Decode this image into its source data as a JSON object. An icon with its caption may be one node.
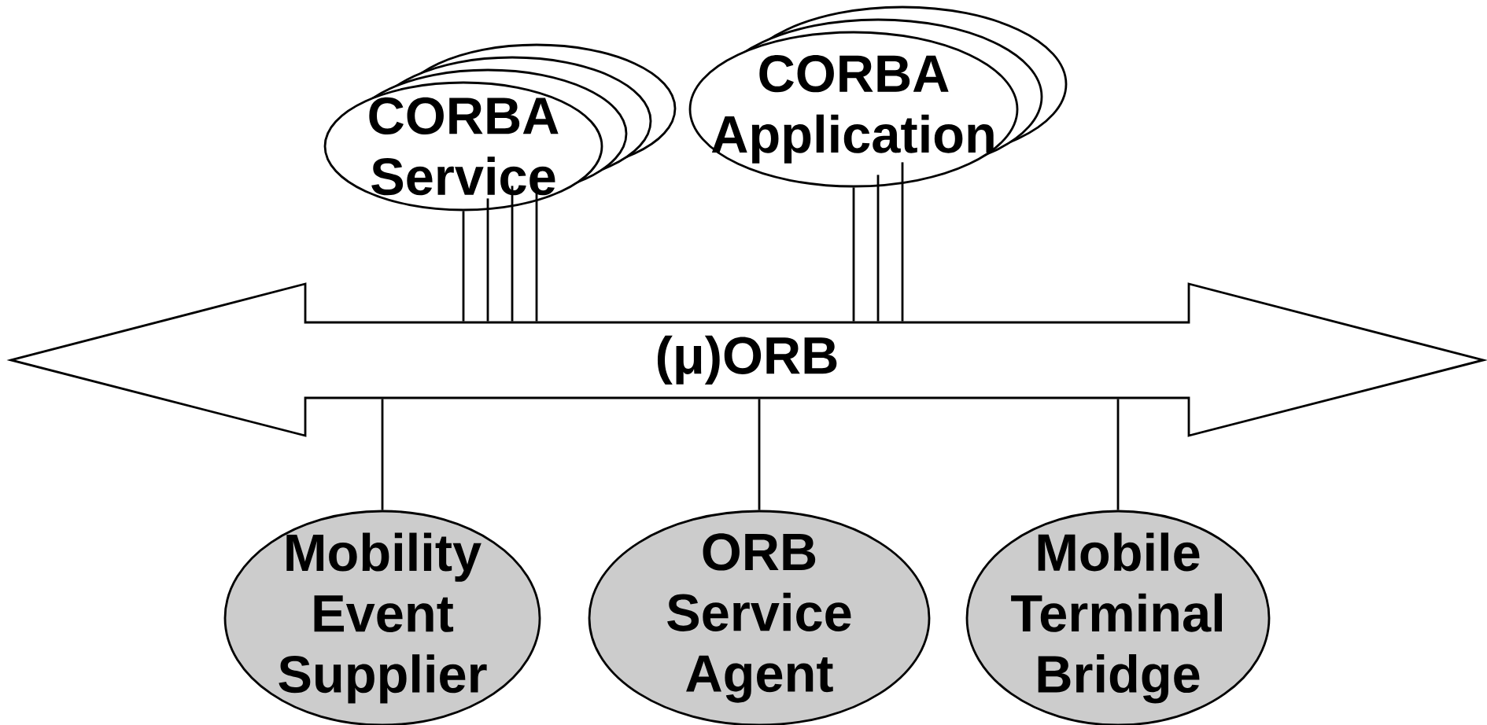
{
  "diagram": {
    "nodes": [
      {
        "text": [
          "CORBA Service"
        ]
      },
      {
        "text": [
          "CORBA Application"
        ]
      },
      {
        "text": [
          "(μ)ORB"
        ]
      },
      {
        "text": [
          "Mobility Event Supplier"
        ]
      },
      {
        "text": [
          "ORB Service Agent"
        ]
      },
      {
        "text": [
          "Mobile Terminal Bridge"
        ]
      }
    ],
    "edges": [
      {
        "from": 0,
        "to": 2,
        "arrow": "none"
      },
      {
        "from": 0,
        "to": 2,
        "arrow": "none"
      },
      {
        "from": 0,
        "to": 2,
        "arrow": "none"
      },
      {
        "from": 0,
        "to": 2,
        "arrow": "none"
      },
      {
        "from": 1,
        "to": 2,
        "arrow": "none"
      },
      {
        "from": 1,
        "to": 2,
        "arrow": "none"
      },
      {
        "from": 1,
        "to": 2,
        "arrow": "none"
      },
      {
        "from": 2,
        "to": 3,
        "arrow": "none"
      },
      {
        "from": 2,
        "to": 4,
        "arrow": "none"
      },
      {
        "from": 2,
        "to": 5,
        "arrow": "none"
      }
    ]
  }
}
